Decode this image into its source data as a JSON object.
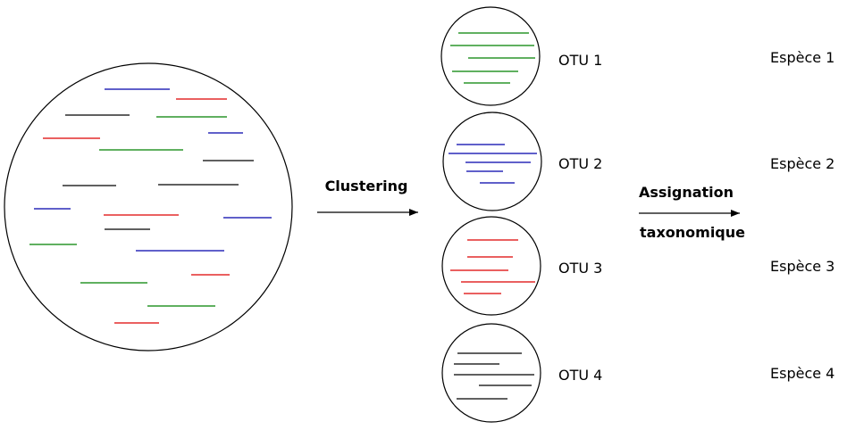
{
  "colors": {
    "green": "#008000",
    "blue": "#0000aa",
    "red": "#dd0000",
    "black": "#000000"
  },
  "steps": {
    "clustering": "Clustering",
    "assignment_line1": "Assignation",
    "assignment_line2": "taxonomique"
  },
  "clusters": [
    {
      "otu": "OTU 1",
      "species": "Espèce 1",
      "color": "green"
    },
    {
      "otu": "OTU 2",
      "species": "Espèce 2",
      "color": "blue"
    },
    {
      "otu": "OTU 3",
      "species": "Espèce 3",
      "color": "red"
    },
    {
      "otu": "OTU 4",
      "species": "Espèce 4",
      "color": "black"
    }
  ]
}
